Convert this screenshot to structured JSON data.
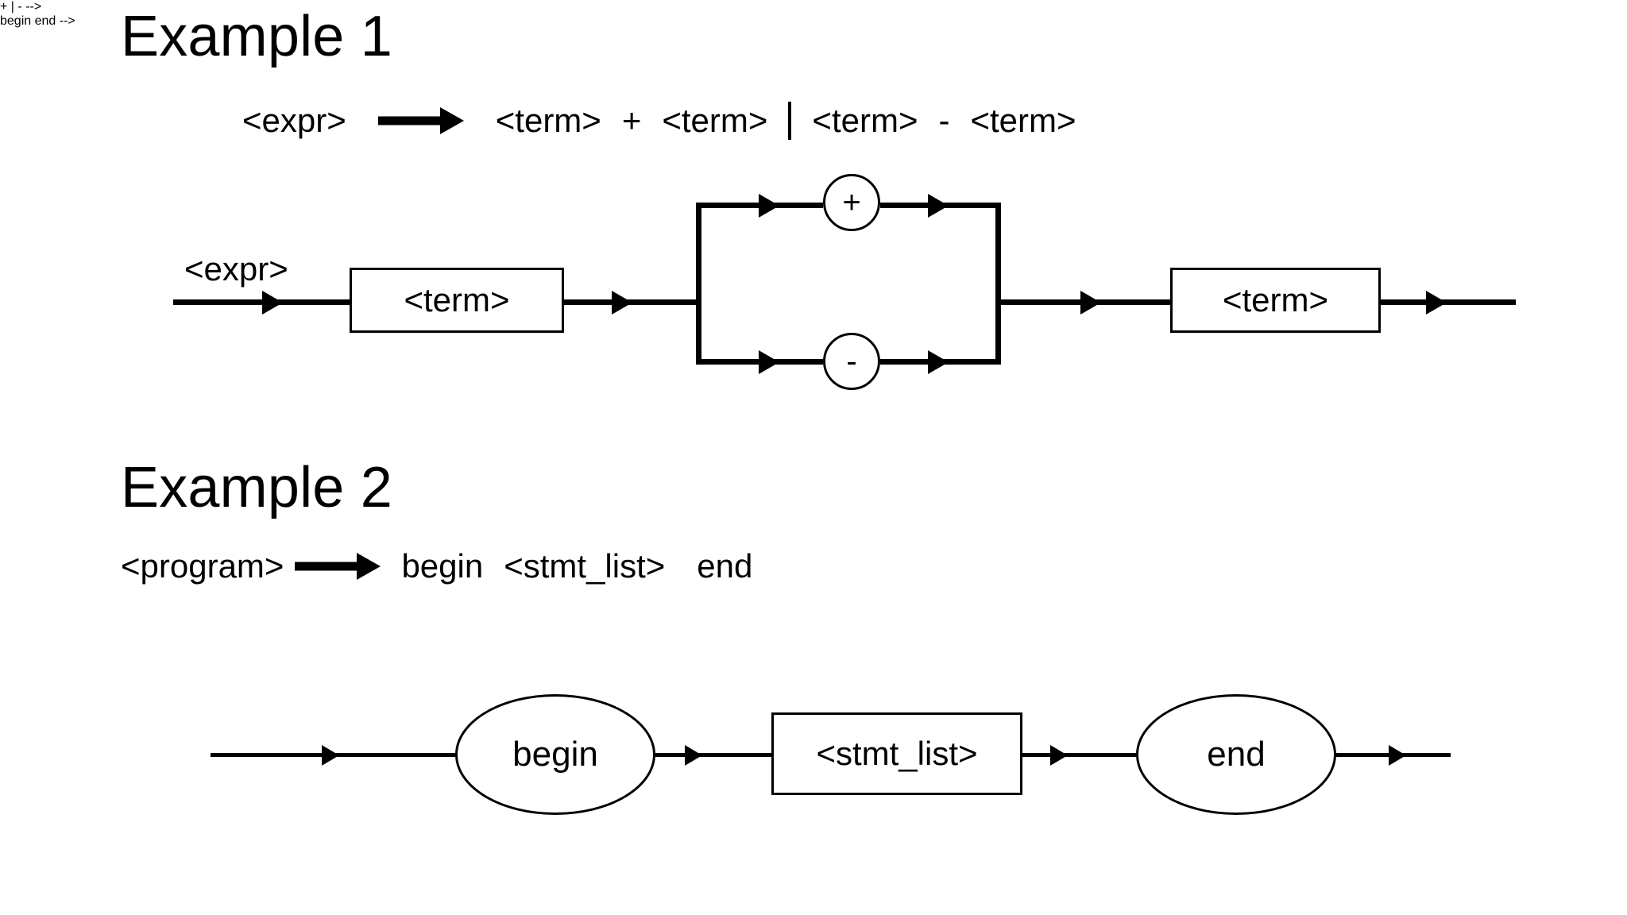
{
  "slide": {
    "background": "#ffffff",
    "ink": "#000000"
  },
  "examples": [
    {
      "heading": "Example 1",
      "production": {
        "lhs": "<expr>",
        "arrow": "⟶",
        "alternatives": [
          [
            "<term>",
            "+",
            "<term>"
          ],
          [
            "<term>",
            "-",
            "<term>"
          ]
        ],
        "separator": "|",
        "plus": "+",
        "minus": "-",
        "rhs_tokens": [
          "<term>",
          "+",
          "<term>",
          "|",
          "<term>",
          "-",
          "<term>"
        ],
        "full_text": "<expr> ⟶ <term> + <term> | <term> - <term>"
      },
      "diagram": {
        "type": "railroad",
        "entry_label": "<expr>",
        "nodes": [
          {
            "kind": "nonterminal",
            "label": "<term>"
          },
          {
            "kind": "choice",
            "branches": [
              {
                "kind": "terminal",
                "label": "+"
              },
              {
                "kind": "terminal",
                "label": "-"
              }
            ]
          },
          {
            "kind": "nonterminal",
            "label": "<term>"
          }
        ]
      }
    },
    {
      "heading": "Example 2",
      "production": {
        "lhs": "<program>",
        "arrow": "⟶",
        "rhs_tokens": [
          "begin",
          "<stmt_list>",
          "end"
        ],
        "full_text": "<program> ⟶ begin <stmt_list> end"
      },
      "diagram": {
        "type": "railroad",
        "entry_label": "",
        "nodes": [
          {
            "kind": "terminal",
            "label": "begin"
          },
          {
            "kind": "nonterminal",
            "label": "<stmt_list>"
          },
          {
            "kind": "terminal",
            "label": "end"
          }
        ]
      }
    }
  ]
}
